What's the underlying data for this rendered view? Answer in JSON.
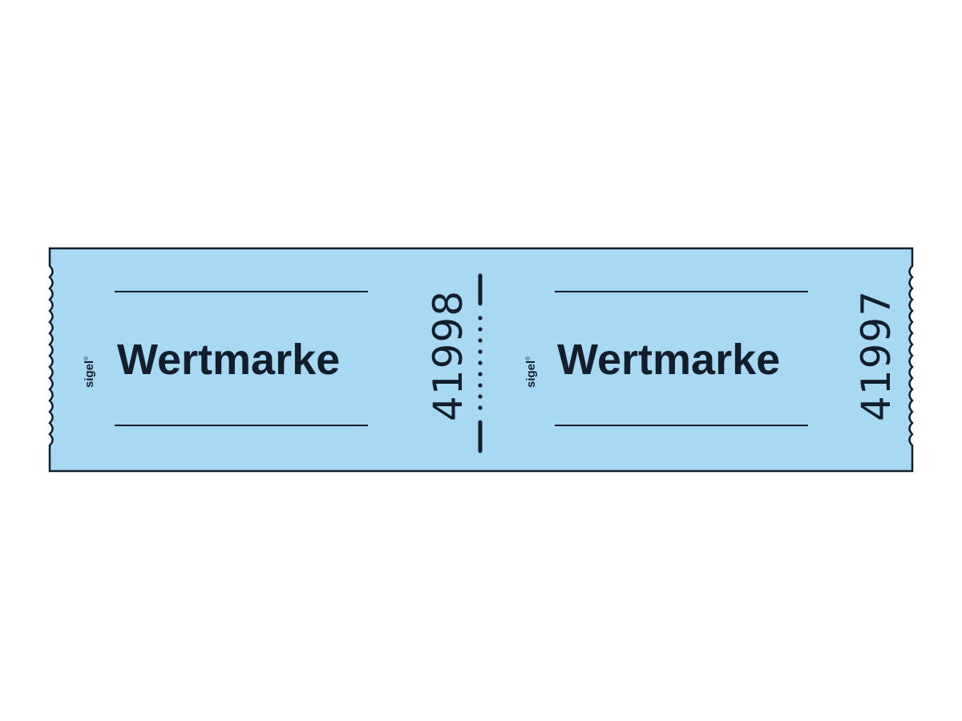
{
  "colors": {
    "ticket_fill": "#a7d9f2",
    "ink": "#141d2a",
    "background": "#ffffff"
  },
  "tickets": [
    {
      "brand": "sigel",
      "title": "Wertmarke",
      "serial": "41998"
    },
    {
      "brand": "sigel",
      "title": "Wertmarke",
      "serial": "41997"
    }
  ]
}
